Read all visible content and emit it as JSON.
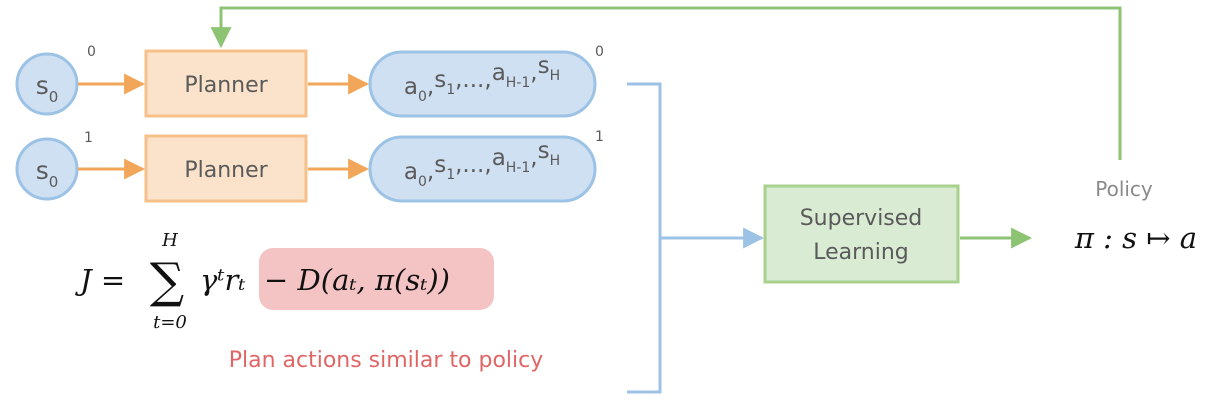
{
  "rows": [
    {
      "index": "0",
      "state": {
        "base": "s",
        "sub": "0"
      },
      "planner_label": "Planner",
      "trajectory": [
        {
          "base": "a",
          "sub": "0",
          "sep": ","
        },
        {
          "base": "s",
          "sub": "1",
          "sep": ",...,"
        },
        {
          "base": "a",
          "sub": "H-1",
          "sep": ","
        },
        {
          "base": "s",
          "sub": "H",
          "sep": ""
        }
      ]
    },
    {
      "index": "1",
      "state": {
        "base": "s",
        "sub": "0"
      },
      "planner_label": "Planner",
      "trajectory": [
        {
          "base": "a",
          "sub": "0",
          "sep": ","
        },
        {
          "base": "s",
          "sub": "1",
          "sep": ",...,"
        },
        {
          "base": "a",
          "sub": "H-1",
          "sep": ","
        },
        {
          "base": "s",
          "sub": "H",
          "sep": ""
        }
      ]
    }
  ],
  "supervised": {
    "line1": "Supervised",
    "line2": "Learning"
  },
  "policy": {
    "label": "Policy",
    "formula": "π : s ↦ a"
  },
  "objective": {
    "lhs": "J =",
    "sum_upper": "H",
    "sum_lower": "t=0",
    "reward_term": "γᵗrₜ",
    "penalty_term": "− D(aₜ, π(sₜ))"
  },
  "caption": "Plan actions similar to policy",
  "colors": {
    "state_fill": "#cfe0f2",
    "state_stroke": "#9cc2e5",
    "planner_fill": "#fbe3cb",
    "planner_stroke": "#f7c08a",
    "orange_arrow": "#f2a65a",
    "blue_line": "#9cc2e5",
    "green_fill": "#d9ecd3",
    "green_stroke": "#a9d18e",
    "green_arrow": "#8cc474",
    "penalty_fill": "#f4c3c4",
    "caption_color": "#e06666"
  }
}
